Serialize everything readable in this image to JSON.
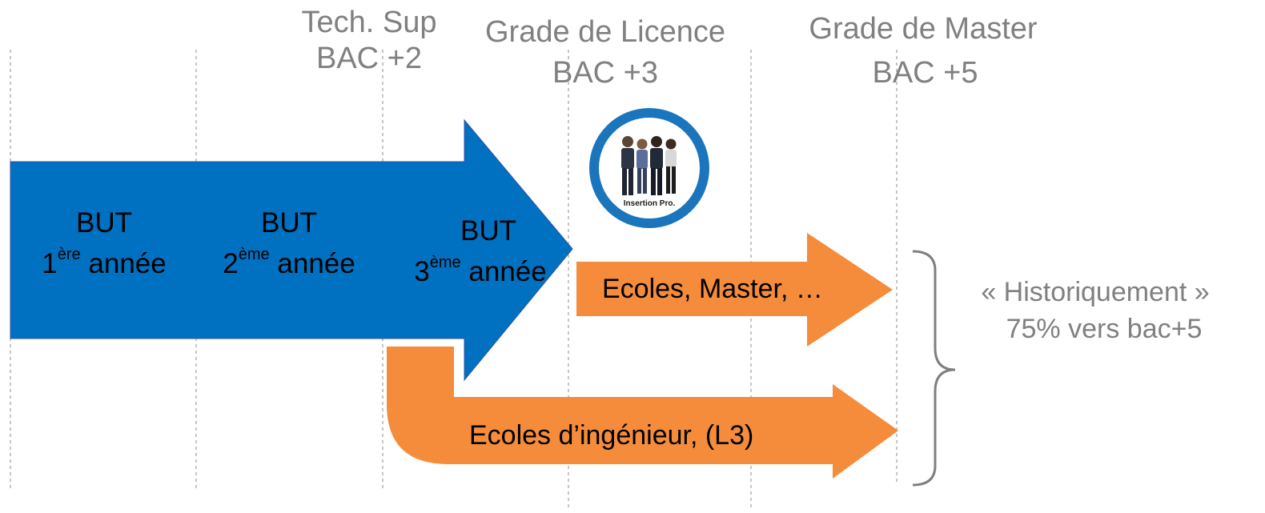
{
  "header": {
    "tech_sup": {
      "line1": "Tech. Sup",
      "line2": "BAC +2"
    },
    "licence": {
      "line1": "Grade de Licence",
      "line2": "BAC +3"
    },
    "master": {
      "line1": "Grade de Master",
      "line2": "BAC +5"
    }
  },
  "years": [
    {
      "title": "BUT",
      "num": "1",
      "sup": "ère",
      "word": "année"
    },
    {
      "title": "BUT",
      "num": "2",
      "sup": "ème",
      "word": "année"
    },
    {
      "title": "BUT",
      "num": "3",
      "sup": "ème",
      "word": "année"
    }
  ],
  "badge": {
    "caption": "Insertion Pro."
  },
  "paths": {
    "ecoles_master": "Ecoles, Master, …",
    "ecoles_ingenieur": "Ecoles d’ingénieur, (L3)"
  },
  "historique": {
    "line1": "« Historiquement »",
    "line2": "75% vers bac+5"
  },
  "colors": {
    "blue": "#0070c0",
    "orange": "#f58c3c",
    "ring": "#1b75bc",
    "grey_text": "#808080"
  }
}
